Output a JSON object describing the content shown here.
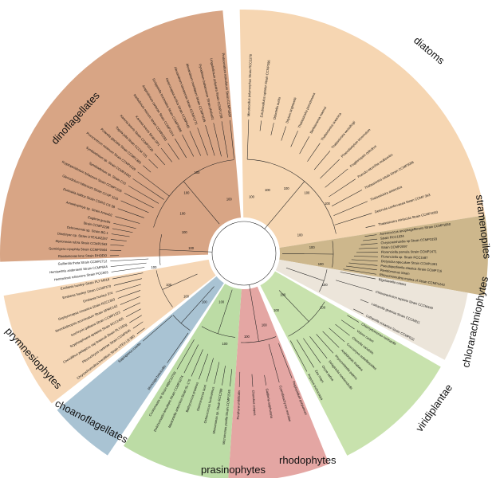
{
  "figure": {
    "clades": [
      {
        "id": "dinoflagellates",
        "label": "dinoflagellates",
        "color": "#d8a585"
      },
      {
        "id": "diatoms",
        "label": "diatoms",
        "color": "#f6d6b2"
      },
      {
        "id": "stramenopiles",
        "label": "stramenopiles",
        "color": "#cdb78c"
      },
      {
        "id": "chlorarachniophytes",
        "label": "chlorarachniophytes",
        "color": "#ece5da"
      },
      {
        "id": "viridiplantae",
        "label": "viridiplantae",
        "color": "#c8e2ad"
      },
      {
        "id": "rhodophytes",
        "label": "rhodophytes",
        "color": "#e4a6a3"
      },
      {
        "id": "prasinophytes",
        "label": "prasinophytes",
        "color": "#bcdca5"
      },
      {
        "id": "choanoflagellates",
        "label": "choanoflagellates",
        "color": "#a9c3d3"
      },
      {
        "id": "prymnesiophytes",
        "label": "prymnesiophytes",
        "color": "#f6d7b6"
      }
    ],
    "leaves": [
      {
        "label": "Minutocellus polymorphus Strain RCC2270",
        "group": "diatoms"
      },
      {
        "label": "Extubocellulus spinifer Strain CCMP396",
        "group": "diatoms"
      },
      {
        "label": "Odontella aurita",
        "group": "diatoms"
      },
      {
        "label": "Ditylum brightwellii",
        "group": "diatoms"
      },
      {
        "label": "Thalassiosira pseudonana",
        "group": "diatoms"
      },
      {
        "label": "Skeletonema marinoi",
        "group": "diatoms"
      },
      {
        "label": "Thalassiosira oceanica",
        "group": "diatoms"
      },
      {
        "label": "Thalassiosira weissflogii",
        "group": "diatoms"
      },
      {
        "label": "Phaeodactylum tricornutum",
        "group": "diatoms"
      },
      {
        "label": "Fragilariopsis cylindrus",
        "group": "diatoms"
      },
      {
        "label": "Pseudo-nitzschia multiseries",
        "group": "diatoms"
      },
      {
        "label": "Thalassiosira rotula Strain CCMP3096",
        "group": "diatoms"
      },
      {
        "label": "Thalassiosira antarctica",
        "group": "diatoms"
      },
      {
        "label": "Detonula confervacea Strain CCMP 353",
        "group": "diatoms"
      },
      {
        "label": "Thalassiosira miniscula Strain CCMP1093",
        "group": "diatoms"
      },
      {
        "label": "Aureococcus anophagefferens Strain CCMP1850",
        "group": "stramenopiles"
      },
      {
        "label": "Strain RCC1024",
        "group": "stramenopiles"
      },
      {
        "label": "Chrysoreinhardia sp Strain CCMP3193",
        "group": "stramenopiles"
      },
      {
        "label": "Strain CCMP2097",
        "group": "stramenopiles"
      },
      {
        "label": "Florenciella parvula Strain CCMP2471",
        "group": "stramenopiles"
      },
      {
        "label": "Florenciella sp. Strain RCC1587",
        "group": "stramenopiles"
      },
      {
        "label": "Dictyocha speculum Strain CCMP1381",
        "group": "stramenopiles"
      },
      {
        "label": "Pseudopedinella elastica Strain CCMP716",
        "group": "stramenopiles"
      },
      {
        "label": "Pteridomonas Strain",
        "group": "stramenopiles"
      },
      {
        "label": "Rhizochromulina marina of Strain CCMP1243",
        "group": "stramenopiles"
      },
      {
        "label": "Bigelowiella natans",
        "group": "chlorarachniophytes"
      },
      {
        "label": "Chlorarachnion reptans Strain CCCM449",
        "group": "chlorarachniophytes"
      },
      {
        "label": "Lotharella globosa Strain CCCM811",
        "group": "chlorarachniophytes"
      },
      {
        "label": "Lotharella oceanica Strain CCMP622",
        "group": "chlorarachniophytes"
      },
      {
        "label": "Chlamydomonas reinhardtii",
        "group": "viridiplantae"
      },
      {
        "label": "Volvox carteri",
        "group": "viridiplantae"
      },
      {
        "label": "Chlorella variabilis",
        "group": "viridiplantae"
      },
      {
        "label": "Coccomyxa subellipsoidea",
        "group": "viridiplantae"
      },
      {
        "label": "Arabidopsis thaliana",
        "group": "viridiplantae"
      },
      {
        "label": "Physcomitrella patens",
        "group": "viridiplantae"
      },
      {
        "label": "Selaginella moellendorffii",
        "group": "viridiplantae"
      },
      {
        "label": "Oryza sativa",
        "group": "viridiplantae"
      },
      {
        "label": "Zea mays",
        "group": "viridiplantae"
      },
      {
        "label": "Populus trichocarpa",
        "group": "viridiplantae"
      },
      {
        "label": "Porphyridium purpureum",
        "group": "rhodophytes"
      },
      {
        "label": "Cyanidioschyzon merolae",
        "group": "rhodophytes"
      },
      {
        "label": "Galdieria sulphuraria",
        "group": "rhodophytes"
      },
      {
        "label": "Chondrus crispus",
        "group": "rhodophytes"
      },
      {
        "label": "Porphyra umbilicalis",
        "group": "rhodophytes"
      },
      {
        "label": "Micromonas pusilla Strain CCMP1545",
        "group": "prasinophytes"
      },
      {
        "label": "Micromonas sp. Strain RCC299",
        "group": "prasinophytes"
      },
      {
        "label": "Ostreococcus lucimarinus",
        "group": "prasinophytes"
      },
      {
        "label": "Ostreococcus tauri",
        "group": "prasinophytes"
      },
      {
        "label": "Bathycoccus prasinos",
        "group": "prasinophytes"
      },
      {
        "label": "Mantoniella antarctica Strain SL-175",
        "group": "prasinophytes"
      },
      {
        "label": "Dolichomastix tenuilepis Strain CCMP3274",
        "group": "prasinophytes"
      },
      {
        "label": "Crustomastix sp Strain MBIC10709",
        "group": "prasinophytes"
      },
      {
        "label": "Monosiga brevicollis",
        "group": "choanoflagellates"
      },
      {
        "label": "Salpingoeca rosetta",
        "group": "choanoflagellates"
      },
      {
        "label": "Chrysochromulina brevifilum Strain UTEX LB 985",
        "group": "prymnesiophytes"
      },
      {
        "label": "Pleurochrysis carterae Strain CCMP645",
        "group": "prymnesiophytes"
      },
      {
        "label": "Coccolithus pelagicus ssp braarudi Strain PLY182g",
        "group": "prymnesiophytes"
      },
      {
        "label": "Scyphosphaera apsteinii Strain RCC1455",
        "group": "prymnesiophytes"
      },
      {
        "label": "Isochrysis galbana Strain CCMP1323",
        "group": "prymnesiophytes"
      },
      {
        "label": "Strombidinopsis acuminatum Strain SPMC142",
        "group": "prymnesiophytes"
      },
      {
        "label": "Gephyrocapsa oceanica Strain RCC1303",
        "group": "prymnesiophytes"
      },
      {
        "label": "Emiliania huxleyi 374",
        "group": "prymnesiophytes"
      },
      {
        "label": "Emiliania huxleyi Strain CCMP370",
        "group": "prymnesiophytes"
      },
      {
        "label": "Emiliania huxleyi Strain PLY M219",
        "group": "prymnesiophytes"
      },
      {
        "label": "Hemiselmis rufescens Strain PCC563",
        "group": "other"
      },
      {
        "label": "Hemiselmis andersenii Strain CCMP644",
        "group": "other"
      },
      {
        "label": "Guillardia theta Strain CCMP2712",
        "group": "other"
      },
      {
        "label": "Rhodomonas lens Strain RHODO",
        "group": "other"
      },
      {
        "label": "Geminigera cryophila Strain CCMP2564",
        "group": "other"
      },
      {
        "label": "Myrionecta rubra Strain CCMP2563",
        "group": "other"
      },
      {
        "label": "Dinobryon sp. Strain UTEXLB2267",
        "group": "other"
      },
      {
        "label": "Ochromonas sp. Strain BG-1",
        "group": "other"
      },
      {
        "label": "Strain CCMP2298",
        "group": "other"
      },
      {
        "label": "Euglena gracilis",
        "group": "other"
      },
      {
        "label": "Amoebophrya sp. Strain Ameob2",
        "group": "dinoflagellates"
      },
      {
        "label": "Durinskia baltica Strain CSIRO CS-38",
        "group": "dinoflagellates"
      },
      {
        "label": "Glenodinium foliaceum Strain CCAP 1116",
        "group": "dinoflagellates"
      },
      {
        "label": "Kryptoperidinium foliaceum Strain CCMP1326",
        "group": "dinoflagellates"
      },
      {
        "label": "Symbiodinium sp. Strain C15",
        "group": "dinoflagellates"
      },
      {
        "label": "Symbiodinium sp. Strain CCMP2430",
        "group": "dinoflagellates"
      },
      {
        "label": "Prorocentrum minimum Strain CCMP1329",
        "group": "dinoflagellates"
      },
      {
        "label": "Polarella glacialis Strain CCMP1383",
        "group": "dinoflagellates"
      },
      {
        "label": "Togula jolla Strain CCCM 725",
        "group": "dinoflagellates"
      },
      {
        "label": "Karenia brevis Strain CCMP2229",
        "group": "dinoflagellates"
      },
      {
        "label": "Karenia brevis Strain SP1",
        "group": "dinoflagellates"
      },
      {
        "label": "Karlodinium micrum Strain CCMP2283",
        "group": "dinoflagellates"
      },
      {
        "label": "Amphidinium carterae Strain CCMP1314",
        "group": "dinoflagellates"
      },
      {
        "label": "Scrippsiella trochoidea Strain CCMP3099",
        "group": "dinoflagellates"
      },
      {
        "label": "Heterocapsa arctica Strain CCMP445",
        "group": "dinoflagellates"
      },
      {
        "label": "Alexandrium tamarense Strain CCMP1771",
        "group": "dinoflagellates"
      },
      {
        "label": "Alexandrium monilatum Strain CCMP3105",
        "group": "dinoflagellates"
      },
      {
        "label": "Pyrodinium bahamense Strain pbaha01",
        "group": "dinoflagellates"
      },
      {
        "label": "Lingulodinium polyedra Strain CCMP1738",
        "group": "dinoflagellates"
      },
      {
        "label": "Protoceratium reticulatum Strain CCMP1889",
        "group": "dinoflagellates"
      }
    ],
    "bootstrap_labels": [
      "100",
      "100",
      "100",
      "100",
      "100",
      "100",
      "100",
      "100",
      "100",
      "100",
      "100",
      "100",
      "100",
      "100",
      "100",
      "100",
      "100",
      "100",
      "100",
      "100",
      "100",
      "100",
      "100",
      "100",
      "100",
      "100"
    ]
  }
}
